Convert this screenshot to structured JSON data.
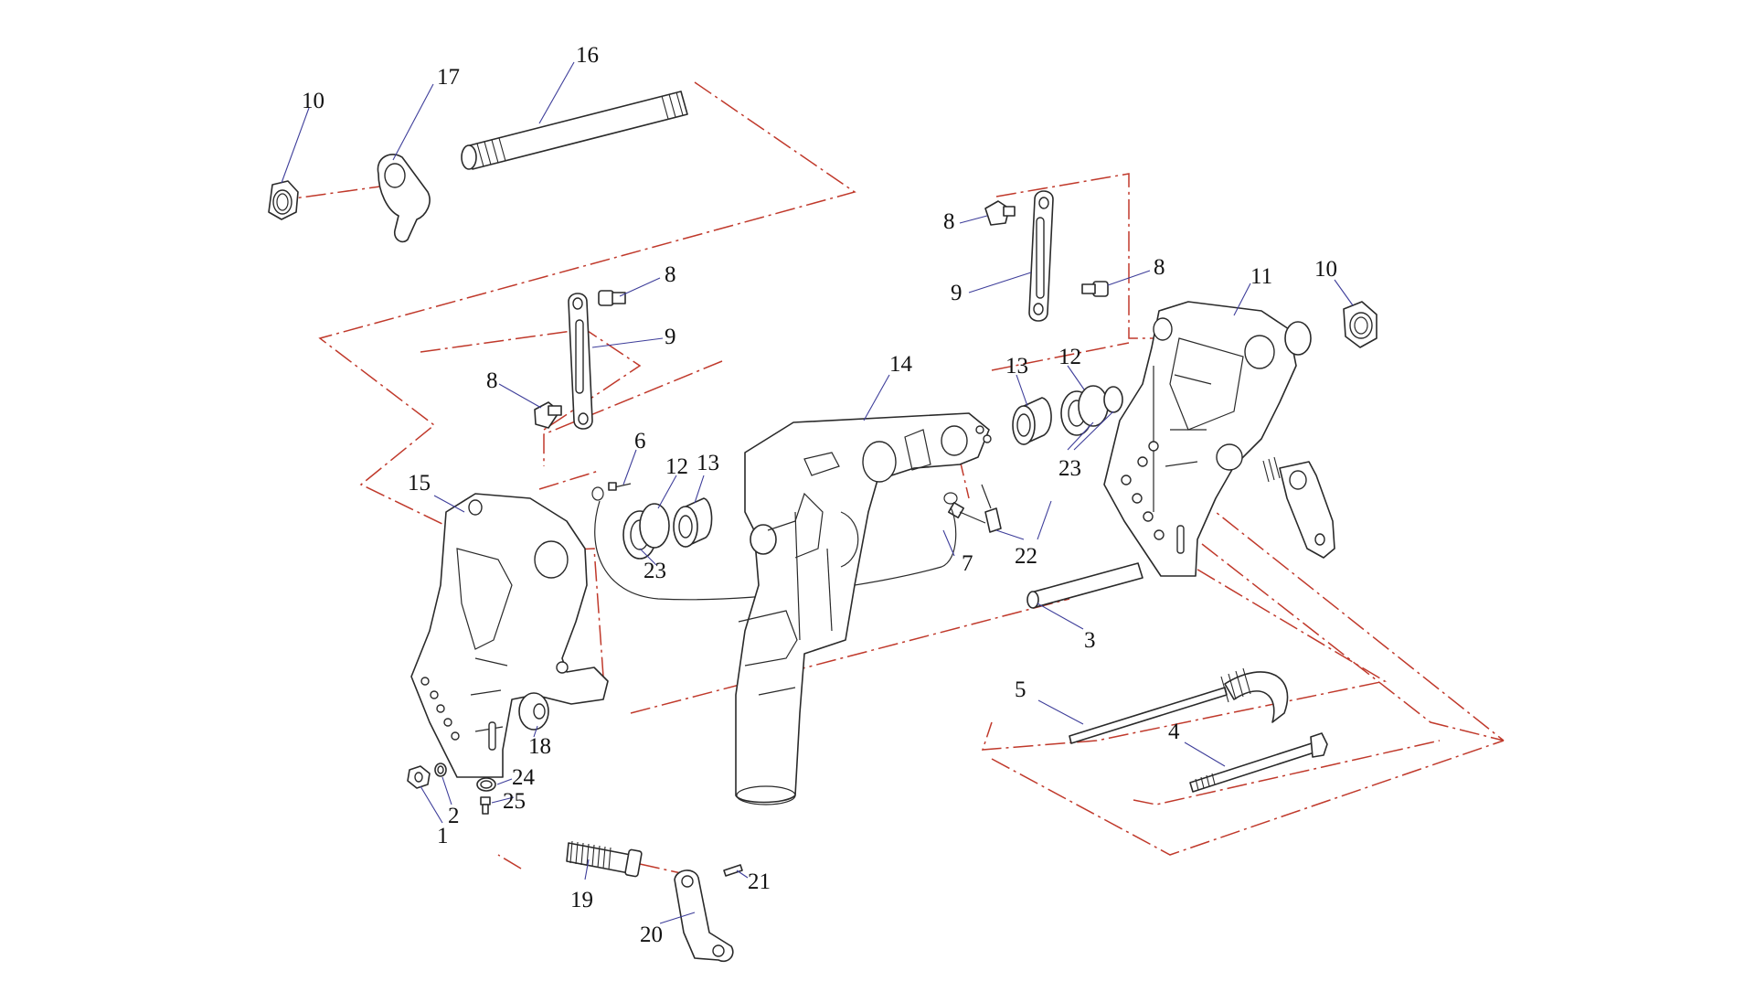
{
  "diagram": {
    "colors": {
      "line": "#2a2a2a",
      "leader": "#3e3e9a",
      "phantom": "#c0392b",
      "background": "#ffffff"
    },
    "callouts": {
      "c1": "1",
      "c2": "2",
      "c3": "3",
      "c4": "4",
      "c5": "5",
      "c6": "6",
      "c7": "7",
      "c8a": "8",
      "c8b": "8",
      "c8c": "8",
      "c8d": "8",
      "c9a": "9",
      "c9b": "9",
      "c10a": "10",
      "c10b": "10",
      "c11": "11",
      "c12a": "12",
      "c12b": "12",
      "c13a": "13",
      "c13b": "13",
      "c14": "14",
      "c15": "15",
      "c16": "16",
      "c17": "17",
      "c18": "18",
      "c19": "19",
      "c20": "20",
      "c21": "21",
      "c22": "22",
      "c23a": "23",
      "c23b": "23",
      "c24": "24",
      "c25": "25"
    }
  }
}
